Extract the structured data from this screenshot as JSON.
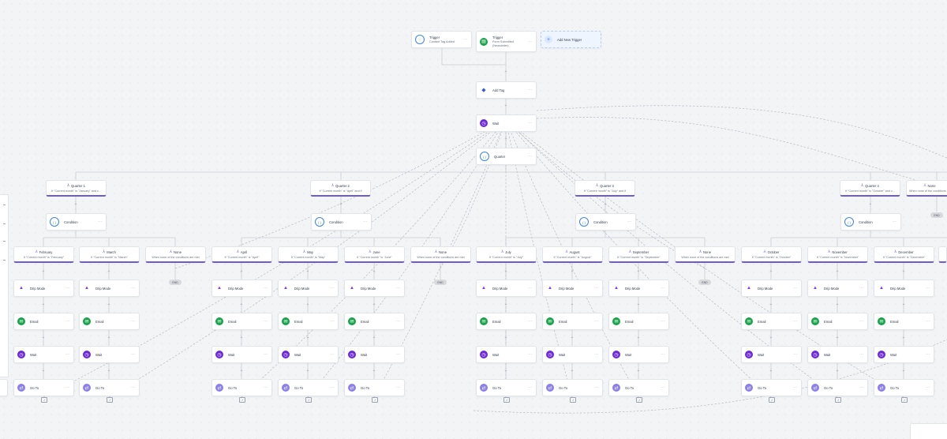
{
  "colors": {
    "accent": "#6d5ad4",
    "wait": "#6d28d9",
    "email": "#16a34a",
    "condition": "#3b82f6",
    "drip": "#7c3aed",
    "goto": "#7c3aed",
    "tag": "#3b5bdb",
    "trigger": "#3b82f6",
    "form": "#16a34a"
  },
  "triggers": [
    {
      "title": "Trigger",
      "sub": "Contact Tag Added",
      "icon": "tag-trigger-icon"
    },
    {
      "title": "Trigger",
      "sub": "Form Submitted",
      "sub2": "(Newsletter)",
      "icon": "form-icon"
    }
  ],
  "add_trigger": {
    "label": "Add New Trigger"
  },
  "main_steps": {
    "add_tag": "Add Tag",
    "wait": "Wait",
    "condition": "Quarter"
  },
  "quarters": [
    {
      "title": "Quarter 1",
      "sub": "If \"Current month\" is \"January\" and c..."
    },
    {
      "title": "Quarter 2",
      "sub": "If \"Current month\" is \"April\" and if"
    },
    {
      "title": "Quarter 3",
      "sub": "If \"Current month\" is \"July\" and if"
    },
    {
      "title": "Quarter 4",
      "sub": "If \"Current month\" is \"October\" and c..."
    },
    {
      "title": "None",
      "sub": "When none of the conditions are"
    }
  ],
  "sub_condition_label": "Condition",
  "months": [
    {
      "title": "February",
      "sub": "If \"Current month\" is \"February\""
    },
    {
      "title": "March",
      "sub": "If \"Current month\" is \"March\""
    },
    {
      "title": "None",
      "sub": "When none of the conditions are met"
    },
    {
      "title": "April",
      "sub": "If \"Current month\" is \"April\""
    },
    {
      "title": "May",
      "sub": "If \"Current month\" is \"May\""
    },
    {
      "title": "June",
      "sub": "If \"Current month\" is \"June\""
    },
    {
      "title": "None",
      "sub": "When none of the conditions are met"
    },
    {
      "title": "July",
      "sub": "If \"Current month\" is \"July\""
    },
    {
      "title": "August",
      "sub": "If \"Current month\" is \"August\""
    },
    {
      "title": "September",
      "sub": "If \"Current month\" is \"September\""
    },
    {
      "title": "None",
      "sub": "When none of the conditions are met"
    },
    {
      "title": "October",
      "sub": "If \"Current month\" is \"October\""
    },
    {
      "title": "November",
      "sub": "If \"Current month\" is \"November\""
    },
    {
      "title": "December",
      "sub": "If \"Current month\" is \"December\""
    }
  ],
  "action_labels": {
    "drip": "Drip Mode",
    "email": "Email",
    "wait": "Wait",
    "goto": "Go To"
  },
  "end_label": "END"
}
